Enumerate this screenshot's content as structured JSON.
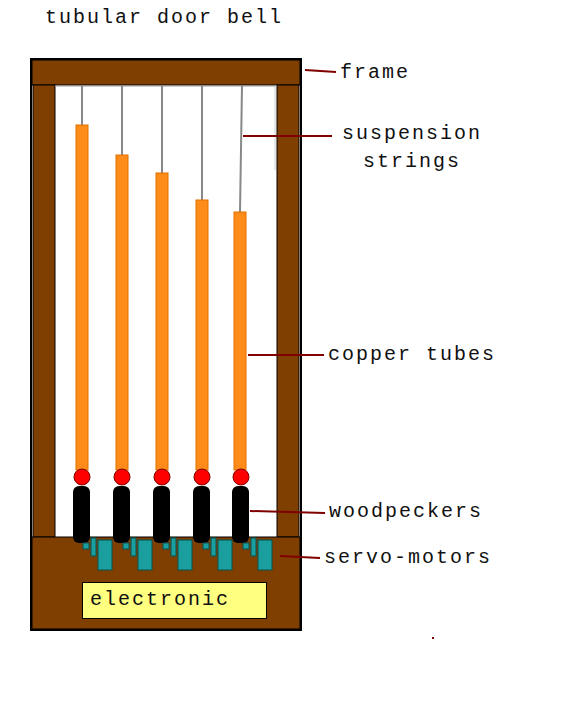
{
  "diagram": {
    "title": "tubular door bell",
    "nodes": [
      {
        "text": [
          "electronic"
        ]
      }
    ],
    "labels": [
      "frame",
      "suspension strings",
      "copper tubes",
      "woodpeckers",
      "servo-motors"
    ]
  }
}
